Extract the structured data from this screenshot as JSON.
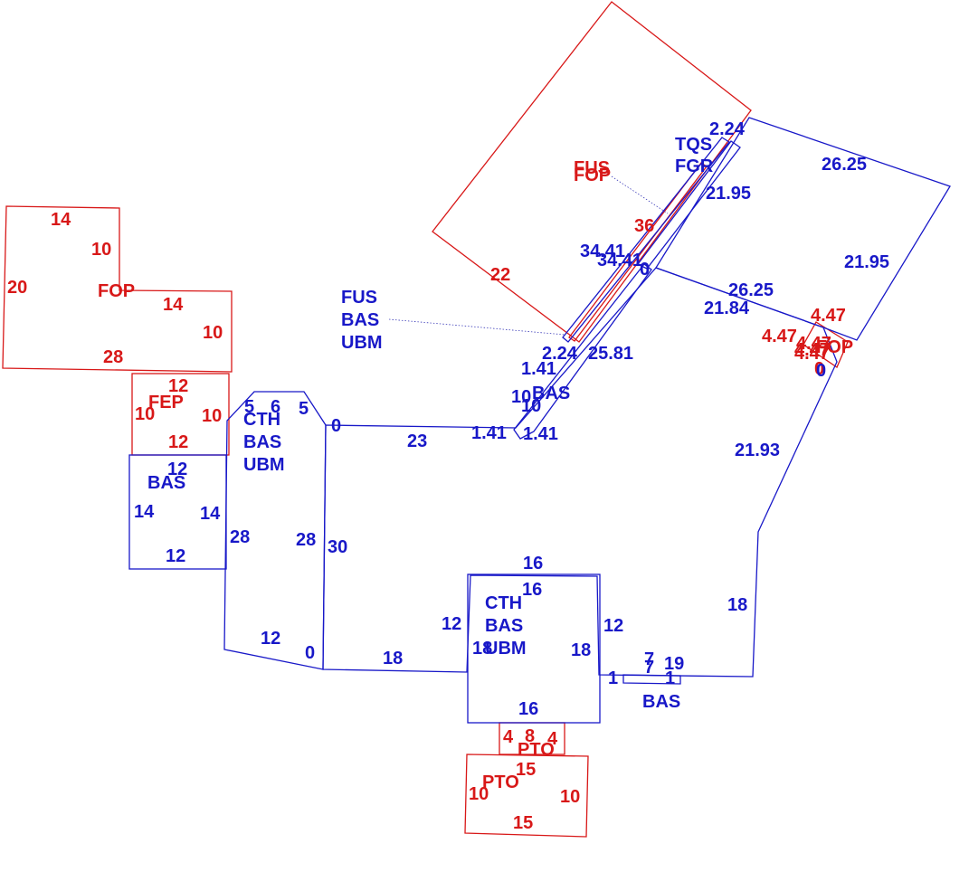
{
  "colors": {
    "building": "#1818c8",
    "accessory": "#d81818",
    "background": "#ffffff"
  },
  "blue_labels": [
    "2.24",
    "TQS",
    "FGR",
    "26.25",
    "21.95",
    "21.95",
    "34.41",
    "34.41",
    "0",
    "26.25",
    "21.84",
    "FUS",
    "BAS",
    "UBM",
    "2.24",
    "25.81",
    "1.41",
    "BAS",
    "10",
    "10",
    "1.41",
    "1.41",
    "23",
    "0",
    "5",
    "6",
    "5",
    "CTH",
    "BAS",
    "UBM",
    "12",
    "BAS",
    "14",
    "14",
    "12",
    "28",
    "28",
    "30",
    "12",
    "0",
    "18",
    "16",
    "16",
    "CTH",
    "BAS",
    "UBM",
    "12",
    "12",
    "18",
    "18",
    "16",
    "7",
    "7",
    "19",
    "1",
    "1",
    "BAS",
    "18",
    "21.93",
    "0"
  ],
  "red_labels": [
    "FUS",
    "FOP",
    "36",
    "22",
    "14",
    "10",
    "20",
    "FOP",
    "14",
    "10",
    "28",
    "12",
    "FEP",
    "10",
    "10",
    "12",
    "4.47",
    "4.47",
    "4.47",
    "FOP",
    "4.47",
    "4.47",
    "0",
    "4",
    "8",
    "4",
    "PTO",
    "15",
    "PTO",
    "10",
    "10",
    "15"
  ]
}
